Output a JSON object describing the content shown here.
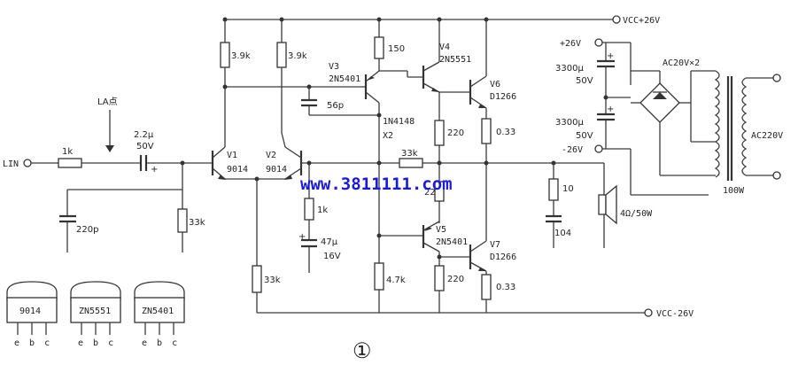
{
  "rails": {
    "vcc_pos": "VCC+26V",
    "vcc_neg": "VCC-26V"
  },
  "input": {
    "label": "LIN",
    "point": "LA点"
  },
  "resistors": {
    "r_in": "1k",
    "r_bias": "33k",
    "r_v1": "3.9k",
    "r_v2": "3.9k",
    "r_150": "150",
    "r_220a": "220",
    "r_033a": "0.33",
    "r_fb": "33k",
    "r_22": "22",
    "r_220b": "220",
    "r_033b": "0.33",
    "r_47k": "4.7k",
    "r_1k_b": "1k",
    "r_33k_tail": "33k",
    "r_10": "10"
  },
  "capacitors": {
    "c_in_val": "2.2μ",
    "c_in_v": "50V",
    "c_220p": "220p",
    "c_56p": "56p",
    "c_47_val": "47μ",
    "c_47_v": "16V",
    "c_104": "104",
    "c_ps1_val": "3300μ",
    "c_ps1_v": "50V",
    "c_ps2_val": "3300μ",
    "c_ps2_v": "50V"
  },
  "semis": {
    "v1": "V1",
    "v1_type": "9014",
    "v2": "V2",
    "v2_type": "9014",
    "v3": "V3",
    "v3_type": "2N5401",
    "v4": "V4",
    "v4_type": "2N5551",
    "v5": "V5",
    "v5_type": "2N5401",
    "v6": "V6",
    "v6_type": "D1266",
    "v7": "V7",
    "v7_type": "D1266",
    "diode": "1N4148",
    "diode_ref": "X2"
  },
  "power": {
    "pos": "+26V",
    "neg": "-26V",
    "secondary": "AC20V×2",
    "primary": "AC220V",
    "rating": "100W"
  },
  "speaker": "4Ω/50W",
  "watermark": "www.3811111.com",
  "packages": [
    {
      "name": "9014",
      "pins": "e b c"
    },
    {
      "name": "ZN5551",
      "pins": "e b c"
    },
    {
      "name": "ZN5401",
      "pins": "e b c"
    }
  ],
  "figure_number": "①"
}
